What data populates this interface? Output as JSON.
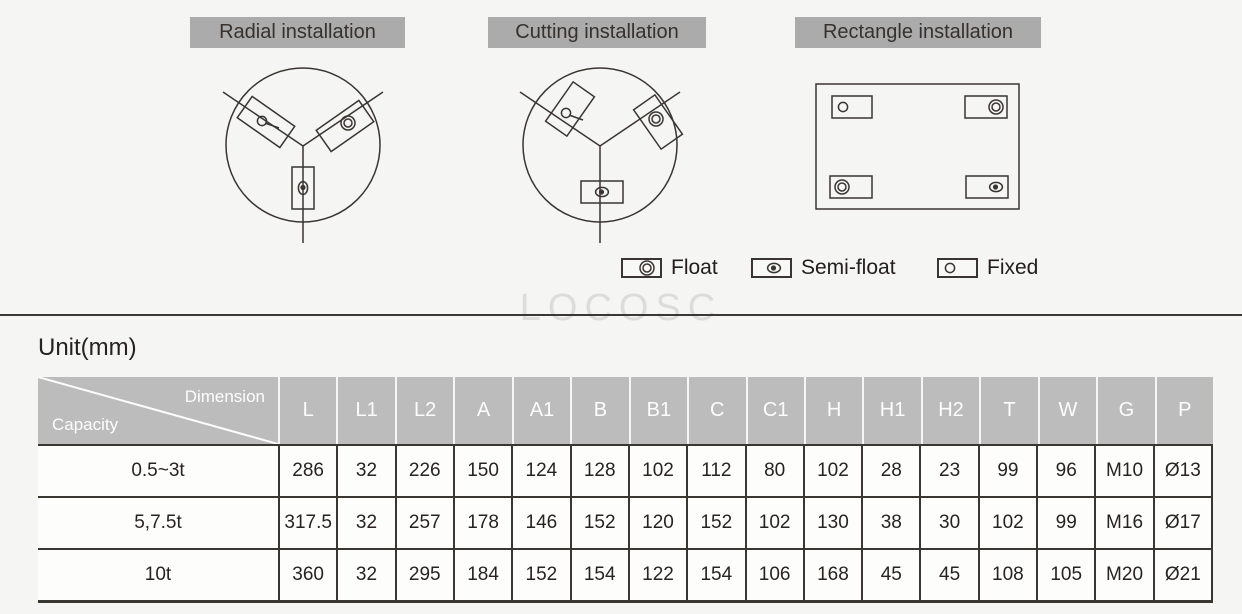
{
  "diagrams": {
    "radial": {
      "title": "Radial installation"
    },
    "cutting": {
      "title": "Cutting installation"
    },
    "rectangle": {
      "title": "Rectangle installation"
    }
  },
  "legend": {
    "items": [
      {
        "label": "Float",
        "symbol": "float-symbol"
      },
      {
        "label": "Semi-float",
        "symbol": "semi-float-symbol"
      },
      {
        "label": "Fixed",
        "symbol": "fixed-symbol"
      }
    ]
  },
  "watermark": "LOCOSC",
  "table": {
    "unit_label": "Unit(mm)",
    "corner": {
      "top": "Dimension",
      "bottom": "Capacity"
    },
    "columns": [
      "L",
      "L1",
      "L2",
      "A",
      "A1",
      "B",
      "B1",
      "C",
      "C1",
      "H",
      "H1",
      "H2",
      "T",
      "W",
      "G",
      "P"
    ],
    "rows": [
      {
        "capacity": "0.5~3t",
        "values": [
          "286",
          "32",
          "226",
          "150",
          "124",
          "128",
          "102",
          "112",
          "80",
          "102",
          "28",
          "23",
          "99",
          "96",
          "M10",
          "Ø13"
        ]
      },
      {
        "capacity": "5,7.5t",
        "values": [
          "317.5",
          "32",
          "257",
          "178",
          "146",
          "152",
          "120",
          "152",
          "102",
          "130",
          "38",
          "30",
          "102",
          "99",
          "M16",
          "Ø17"
        ]
      },
      {
        "capacity": "10t",
        "values": [
          "360",
          "32",
          "295",
          "184",
          "152",
          "154",
          "122",
          "154",
          "106",
          "168",
          "45",
          "45",
          "108",
          "105",
          "M20",
          "Ø21"
        ]
      }
    ]
  },
  "colors": {
    "page_bg": "#f5f5f3",
    "title_bar_bg": "#ababab",
    "table_header_bg": "#bcbcbc",
    "table_border": "#3a3632",
    "watermark": "#dcdcda"
  }
}
